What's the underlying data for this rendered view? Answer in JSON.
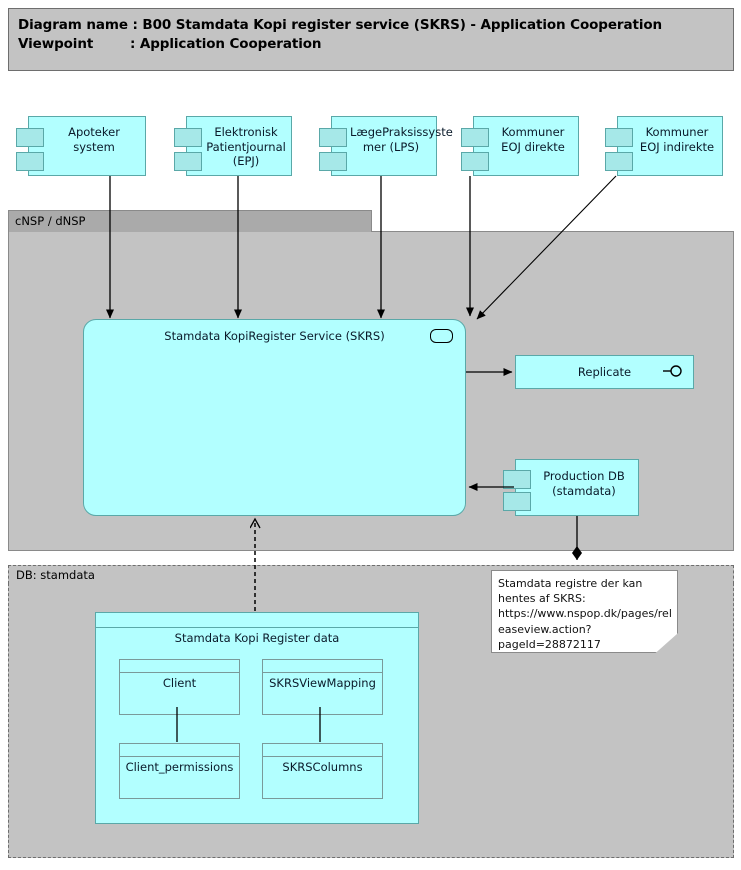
{
  "header": {
    "line1": "Diagram name : B00 Stamdata Kopi register service (SKRS) - Application Cooperation",
    "line2": "Viewpoint        : Application Cooperation"
  },
  "groups": {
    "cnsp": {
      "label": "cNSP / dNSP",
      "border_style": "solid",
      "fill": "#C3C3C3",
      "tab_fill": "#AAAAAA"
    },
    "db": {
      "label": "DB: stamdata",
      "border_style": "dashed",
      "fill": "#C3C3C3"
    }
  },
  "external_systems": [
    {
      "label": "Apoteker system"
    },
    {
      "label": "Elektronisk Patientjournal (EPJ)"
    },
    {
      "label": "LægePraksissyste mer (LPS)"
    },
    {
      "label": "Kommuner EOJ direkte"
    },
    {
      "label": "Kommuner EOJ indirekte"
    }
  ],
  "service": {
    "label": "Stamdata KopiRegister Service (SKRS)",
    "icon": "application-service-icon"
  },
  "interface": {
    "label": "Replicate",
    "icon": "application-interface-lollipop-icon"
  },
  "database": {
    "label": "Production DB (stamdata)"
  },
  "data_package": {
    "label": "Stamdata Kopi Register data",
    "objects": [
      {
        "label": "Client"
      },
      {
        "label": "SKRSViewMapping"
      },
      {
        "label": "Client_permissions"
      },
      {
        "label": "SKRSColumns"
      }
    ]
  },
  "note": {
    "text": "Stamdata registre der kan hentes af SKRS: https://www.nspop.dk/pages/releaseview.action?pageId=28872117"
  },
  "colors": {
    "element_fill": "#B2FFFF",
    "element_border": "#5AA8A8",
    "group_fill": "#C3C3C3",
    "group_tab_fill": "#AAAAAA",
    "connector": "#000000",
    "note_fill": "#FFFFFF"
  }
}
